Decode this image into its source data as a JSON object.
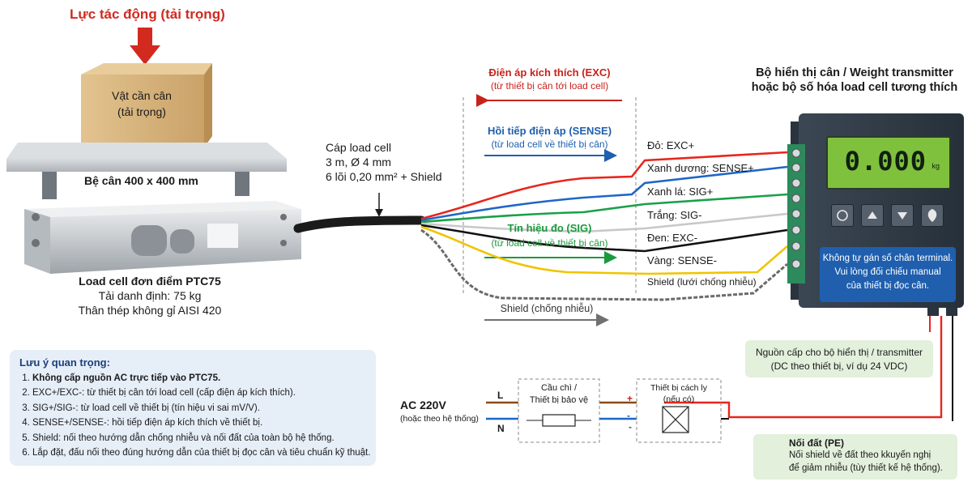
{
  "force": {
    "label": "Lực tác động (tải trọng)"
  },
  "box": {
    "line1": "Vật cần cân",
    "line2": "(tải trọng)"
  },
  "platform": {
    "label": "Bệ cân 400 x 400 mm"
  },
  "loadcell": {
    "name": "Load cell đơn điểm PTC75",
    "capacity": "Tải danh định: 75 kg",
    "material": "Thân thép không gỉ AISI 420"
  },
  "cable": {
    "title": "Cáp load cell",
    "spec1": "3 m, Ø 4 mm",
    "spec2": "6 lõi 0,20 mm² + Shield"
  },
  "signals": {
    "exc_title": "Điện áp kích thích (EXC)",
    "exc_sub": "(từ thiết bị cân tới load cell)",
    "sense_title": "Hồi tiếp điện áp (SENSE)",
    "sense_sub": "(từ load cell về thiết bị cân)",
    "sig_title": "Tín hiệu đo (SIG)",
    "sig_sub": "(từ load cell về thiết bị cân)",
    "shield_label": "Shield (chống nhiễu)"
  },
  "wires": [
    {
      "label": "Đỏ: EXC+",
      "color": "#e8261c"
    },
    {
      "label": "Xanh dương: SENSE+",
      "color": "#1f66c8"
    },
    {
      "label": "Xanh lá: SIG+",
      "color": "#1aa04a"
    },
    {
      "label": "Trắng: SIG-",
      "color": "#c8c8c8"
    },
    {
      "label": "Đen: EXC-",
      "color": "#111111"
    },
    {
      "label": "Vàng: SENSE-",
      "color": "#f0c400"
    },
    {
      "label": "Shield (lưới chống nhiễu)",
      "color": "#888888"
    }
  ],
  "display": {
    "title1": "Bộ hiển thị cân / Weight transmitter",
    "title2": "hoặc bộ số hóa load cell tương thích",
    "value": "0.000",
    "unit": "kg",
    "note1": "Không tự gán số chân terminal.",
    "note2": "Vui lòng đối chiếu manual",
    "note3": "của thiết bị đọc cân."
  },
  "power": {
    "title": "Nguồn cấp cho bộ hiển thị / transmitter",
    "sub": "(DC theo thiết bị, ví dụ 24 VDC)"
  },
  "ac": {
    "title": "AC 220V",
    "sub": "(hoặc theo hệ thống)",
    "L": "L",
    "N": "N"
  },
  "fuse": {
    "line1": "Cầu chì /",
    "line2": "Thiết bị bảo vệ"
  },
  "isolator": {
    "line1": "Thiết bị cách ly",
    "line2": "(nếu có)"
  },
  "dc_signs": {
    "plus": "+",
    "minus": "-"
  },
  "ground": {
    "title": "Nối đất (PE)",
    "line1": "Nối shield về đất theo kkuyến nghị",
    "line2": "để giảm nhiễu (tùy thiết kế hệ thống)."
  },
  "notes": {
    "title": "Lưu ý quan trọng:",
    "items": [
      "Không cấp nguồn AC trực tiếp vào PTC75.",
      "EXC+/EXC-: từ thiết bị cân tới load cell (cấp điện áp kích thích).",
      "SIG+/SIG-: từ load cell về thiết bị (tín hiệu vi sai mV/V).",
      "SENSE+/SENSE-: hồi tiếp điện áp kích thích về thiết bị.",
      "Shield: nối theo hướng dẫn chống nhiễu và nối đất của toàn bộ hệ thống.",
      "Lắp đặt, đấu nối theo đúng hướng dẫn của thiết bị đọc cân và tiêu chuẩn kỹ thuật."
    ]
  }
}
